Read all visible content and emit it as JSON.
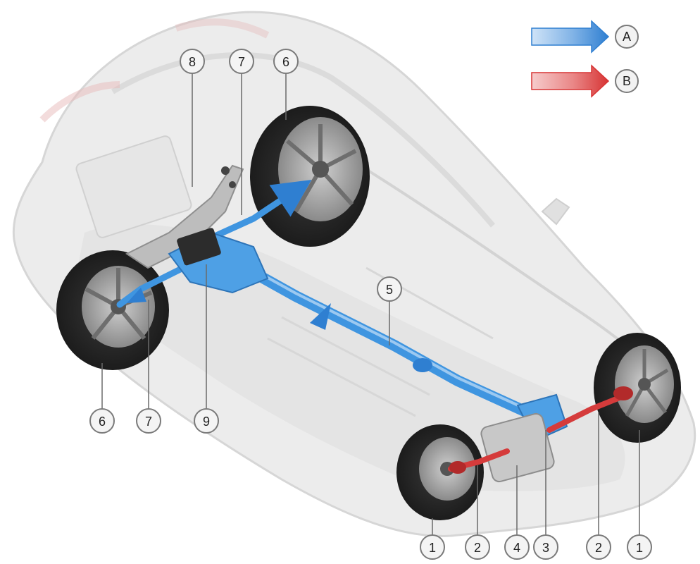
{
  "legend": {
    "a": {
      "label": "A",
      "color": "#2f7fd1"
    },
    "b": {
      "label": "B",
      "color": "#d73434"
    }
  },
  "callouts": [
    {
      "key": "c8",
      "label": "8"
    },
    {
      "key": "c7_top",
      "label": "7"
    },
    {
      "key": "c6_top",
      "label": "6"
    },
    {
      "key": "c5",
      "label": "5"
    },
    {
      "key": "c6_left",
      "label": "6"
    },
    {
      "key": "c7_bottom",
      "label": "7"
    },
    {
      "key": "c9",
      "label": "9"
    },
    {
      "key": "c1_a",
      "label": "1"
    },
    {
      "key": "c2_a",
      "label": "2"
    },
    {
      "key": "c4",
      "label": "4"
    },
    {
      "key": "c3",
      "label": "3"
    },
    {
      "key": "c2_b",
      "label": "2"
    },
    {
      "key": "c1_b",
      "label": "1"
    }
  ],
  "colors": {
    "drive_blue": "#3f95e0",
    "drive_red": "#d53b3b",
    "body_gray": "#e7e7e7",
    "tyre": "#2a2a2a"
  },
  "icons": {
    "flow_arrow": "arrow-right",
    "wheel": "wheel"
  }
}
